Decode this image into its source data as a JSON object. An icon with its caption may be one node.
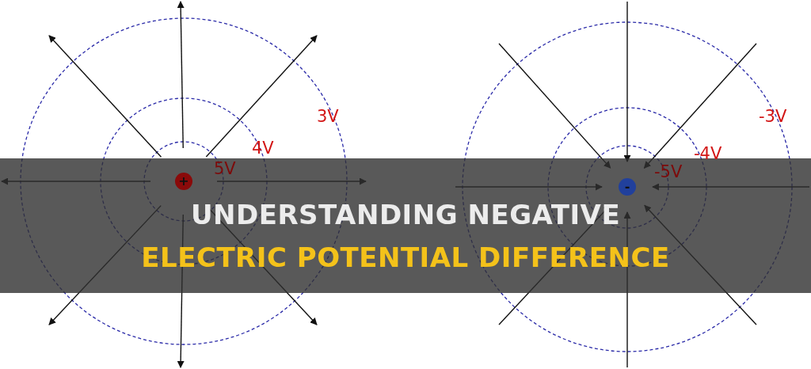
{
  "diagram": {
    "nodes": [
      {
        "text": [
          "+"
        ]
      },
      {
        "text": [
          "-"
        ]
      }
    ],
    "edges": [
      {
        "from": 0,
        "to": null,
        "arrow": "to"
      },
      {
        "from": 0,
        "to": null,
        "arrow": "to"
      },
      {
        "from": 0,
        "to": null,
        "arrow": "to"
      },
      {
        "from": 0,
        "to": null,
        "arrow": "to"
      },
      {
        "from": 0,
        "to": null,
        "arrow": "to"
      },
      {
        "from": 0,
        "to": null,
        "arrow": "to"
      },
      {
        "from": 0,
        "to": null,
        "arrow": "to"
      },
      {
        "from": 0,
        "to": null,
        "arrow": "to"
      },
      {
        "from": null,
        "to": 1,
        "arrow": "to"
      },
      {
        "from": null,
        "to": 1,
        "arrow": "to"
      },
      {
        "from": null,
        "to": 1,
        "arrow": "to"
      },
      {
        "from": null,
        "to": 1,
        "arrow": "to"
      },
      {
        "from": null,
        "to": 1,
        "arrow": "to"
      },
      {
        "from": null,
        "to": 1,
        "arrow": "to"
      },
      {
        "from": null,
        "to": 1,
        "arrow": "to"
      },
      {
        "from": null,
        "to": 1,
        "arrow": "to"
      }
    ],
    "labels": [
      "3V",
      "-3V",
      "4V",
      "-4V",
      "5V",
      "-5V",
      "UNDERSTANDING NEGATIVE",
      "ELECTRIC POTENTIAL DIFFERENCE"
    ]
  }
}
